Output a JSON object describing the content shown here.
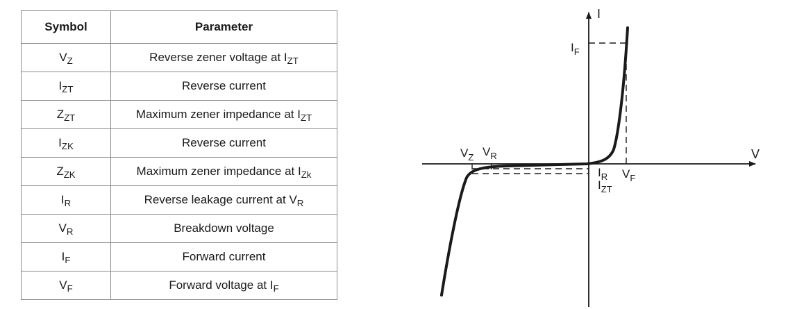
{
  "table": {
    "headers": [
      "Symbol",
      "Parameter"
    ],
    "rows": [
      {
        "symbol": {
          "base": "V",
          "sub": "Z"
        },
        "param": {
          "text": "Reverse zener voltage at ",
          "sym": {
            "base": "I",
            "sub": "ZT"
          }
        }
      },
      {
        "symbol": {
          "base": "I",
          "sub": "ZT"
        },
        "param": {
          "text": "Reverse current"
        }
      },
      {
        "symbol": {
          "base": "Z",
          "sub": "ZT"
        },
        "param": {
          "text": "Maximum zener impedance at ",
          "sym": {
            "base": "I",
            "sub": "ZT"
          }
        }
      },
      {
        "symbol": {
          "base": "I",
          "sub": "ZK"
        },
        "param": {
          "text": "Reverse current"
        }
      },
      {
        "symbol": {
          "base": "Z",
          "sub": "ZK"
        },
        "param": {
          "text": "Maximum zener impedance at ",
          "sym": {
            "base": "I",
            "sub": "Zk"
          }
        }
      },
      {
        "symbol": {
          "base": "I",
          "sub": "R"
        },
        "param": {
          "text": "Reverse leakage current at ",
          "sym": {
            "base": "V",
            "sub": "R"
          }
        }
      },
      {
        "symbol": {
          "base": "V",
          "sub": "R"
        },
        "param": {
          "text": "Breakdown voltage"
        }
      },
      {
        "symbol": {
          "base": "I",
          "sub": "F"
        },
        "param": {
          "text": "Forward current"
        }
      },
      {
        "symbol": {
          "base": "V",
          "sub": "F"
        },
        "param": {
          "text": "Forward voltage at ",
          "sym": {
            "base": "I",
            "sub": "F"
          }
        }
      }
    ]
  },
  "diagram": {
    "axis_y_label": "I",
    "axis_x_label": "V",
    "labels": {
      "IF": {
        "base": "I",
        "sub": "F"
      },
      "VZ": {
        "base": "V",
        "sub": "Z"
      },
      "VR": {
        "base": "V",
        "sub": "R"
      },
      "IR": {
        "base": "I",
        "sub": "R"
      },
      "IZT": {
        "base": "I",
        "sub": "ZT"
      },
      "VF": {
        "base": "V",
        "sub": "F"
      }
    }
  },
  "colors": {
    "ink": "#1a1a1a",
    "grid": "#8a8a8a"
  }
}
